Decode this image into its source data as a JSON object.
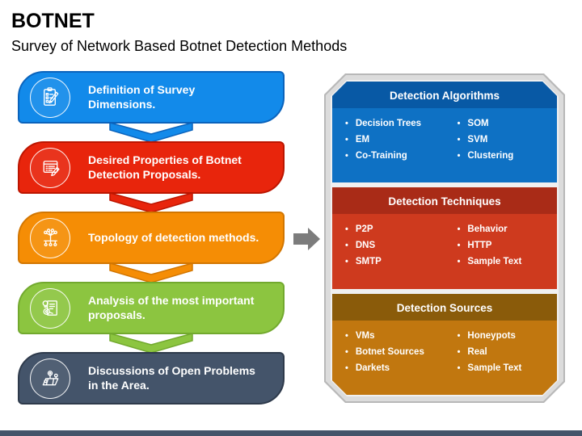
{
  "slide": {
    "title": "BOTNET",
    "subtitle": "Survey of Network Based Botnet Detection Methods"
  },
  "steps": [
    {
      "label": "Definition of Survey Dimensions.",
      "icon": "clipboard-checklist-icon",
      "fill": "#128AEA",
      "border": "#0A63BC"
    },
    {
      "label": "Desired Properties of Botnet Detection Proposals.",
      "icon": "document-pencil-icon",
      "fill": "#E8250C",
      "border": "#BC1500"
    },
    {
      "label": "Topology of detection methods.",
      "icon": "network-topology-icon",
      "fill": "#F58D05",
      "border": "#D27601"
    },
    {
      "label": "Analysis of the most important proposals.",
      "icon": "analysis-magnifier-icon",
      "fill": "#8CC540",
      "border": "#72A92E"
    },
    {
      "label": "Discussions of Open Problems in the Area.",
      "icon": "map-pins-icon",
      "fill": "#44546A",
      "border": "#2E3A4B"
    }
  ],
  "panel": {
    "bullet": "•",
    "frame_color": "#DCDCDC",
    "sections": [
      {
        "title": "Detection Algorithms",
        "header_color": "#0859A5",
        "body_color": "#0E71C4",
        "col1": [
          "Decision Trees",
          "EM",
          "Co-Training"
        ],
        "col2": [
          "SOM",
          "SVM",
          "Clustering"
        ]
      },
      {
        "title": "Detection Techniques",
        "header_color": "#A92B17",
        "body_color": "#CE3A1E",
        "col1": [
          "P2P",
          "DNS",
          "SMTP"
        ],
        "col2": [
          "Behavior",
          "HTTP",
          "Sample Text"
        ]
      },
      {
        "title": "Detection Sources",
        "header_color": "#8A5B0A",
        "body_color": "#C1770F",
        "col1": [
          "VMs",
          "Botnet Sources",
          "Darkets"
        ],
        "col2": [
          "Honeypots",
          "Real",
          "Sample Text"
        ]
      }
    ]
  },
  "misc": {
    "flow_arrow_color": "#7C7C7C",
    "footer_color": "#44546A"
  }
}
